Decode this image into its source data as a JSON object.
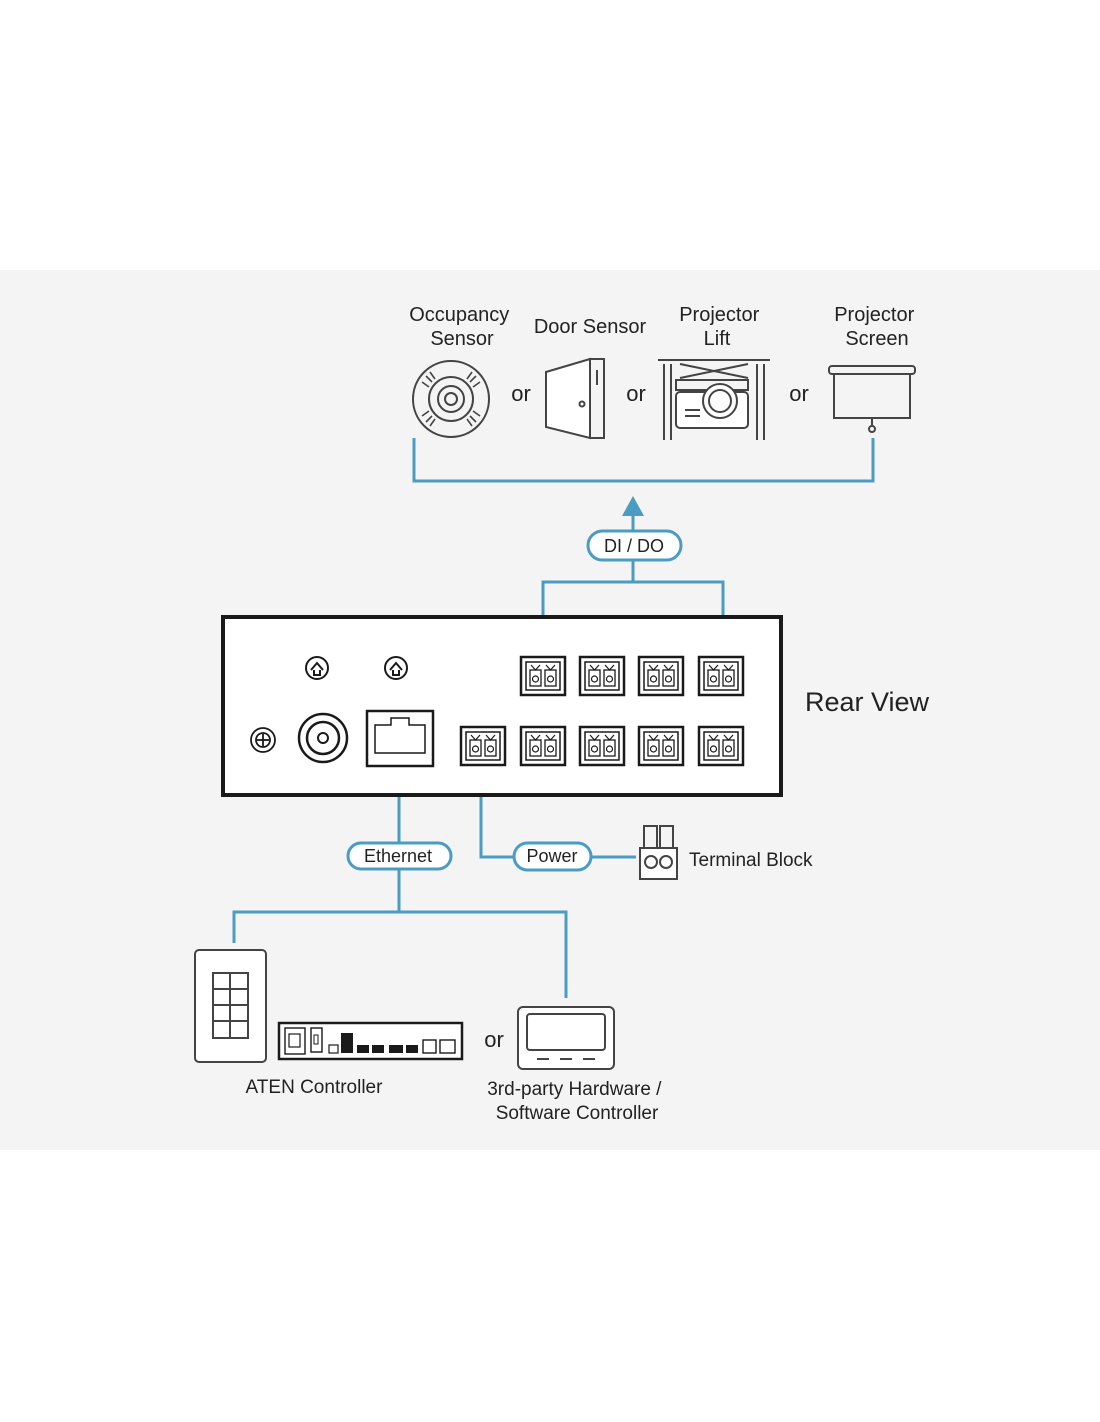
{
  "devices_top": {
    "occupancy_sensor": [
      "Occupancy",
      "Sensor"
    ],
    "door_sensor": "Door Sensor",
    "projector_lift": [
      "Projector",
      "Lift"
    ],
    "projector_screen": [
      "Projector",
      "Screen"
    ],
    "or_word": "or"
  },
  "connections": {
    "dido": "DI / DO",
    "ethernet": "Ethernet",
    "power": "Power"
  },
  "rear_view": "Rear View",
  "terminal_block": "Terminal Block",
  "controllers": {
    "aten": "ATEN Controller",
    "third_party": [
      "3rd-party Hardware /",
      "Software Controller"
    ],
    "or_word": "or"
  },
  "colors": {
    "line": "#4a9cc3",
    "device_stroke": "#444444",
    "box_stroke": "#1a1a1a",
    "panel_bg": "#f4f4f4"
  }
}
